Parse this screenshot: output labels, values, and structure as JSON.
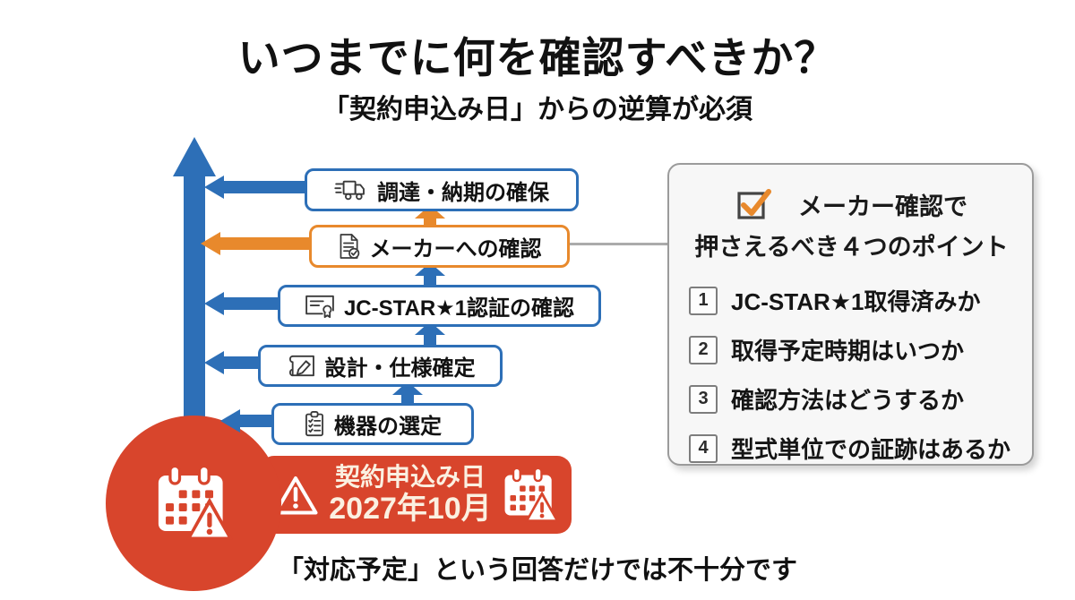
{
  "title": "いつまでに何を確認すべきか？",
  "subtitle": "「契約申込み日」からの逆算が必須",
  "colors": {
    "blue": "#2D6FB7",
    "orange": "#E8892C",
    "red": "#D8452C"
  },
  "timeline": {
    "boxes": [
      {
        "label": "調達・納期の確保",
        "icon": "truck-icon",
        "accent": "blue"
      },
      {
        "label": "メーカーへの確認",
        "icon": "document-check-icon",
        "accent": "orange"
      },
      {
        "label": "JC-STAR★1認証の確認",
        "icon": "certificate-icon",
        "accent": "blue"
      },
      {
        "label": "設計・仕様確定",
        "icon": "design-icon",
        "accent": "blue"
      },
      {
        "label": "機器の選定",
        "icon": "clipboard-icon",
        "accent": "blue"
      }
    ]
  },
  "deadline": {
    "line1": "契約申込み日",
    "line2": "2027年10月"
  },
  "note": "「対応予定」という回答だけでは不十分です",
  "checklist": {
    "heading_line1": "メーカー確認で",
    "heading_line2": "押さえるべき４つのポイント",
    "items": [
      {
        "num": "1",
        "text": "JC-STAR★1取得済みか"
      },
      {
        "num": "2",
        "text": "取得予定時期はいつか"
      },
      {
        "num": "3",
        "text": "確認方法はどうするか"
      },
      {
        "num": "4",
        "text": "型式単位での証跡はあるか"
      }
    ]
  }
}
